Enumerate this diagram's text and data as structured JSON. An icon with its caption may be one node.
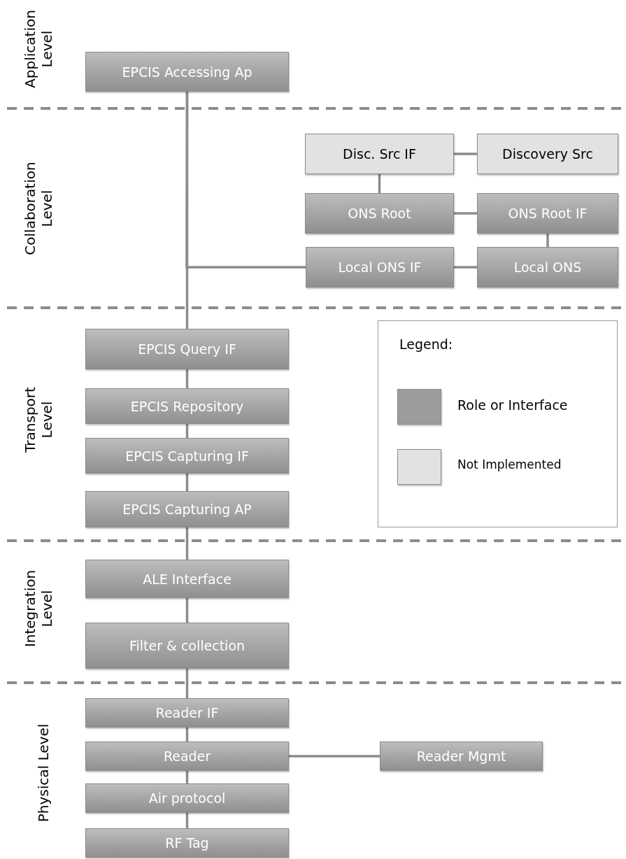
{
  "diagram": {
    "nodes": [
      {
        "text": [
          "EPCIS Accessing Ap"
        ]
      },
      {
        "text": [
          "Disc. Src IF"
        ]
      },
      {
        "text": [
          "Discovery Src"
        ]
      },
      {
        "text": [
          "ONS Root"
        ]
      },
      {
        "text": [
          "ONS Root IF"
        ]
      },
      {
        "text": [
          "Local ONS IF"
        ]
      },
      {
        "text": [
          "Local ONS"
        ]
      },
      {
        "text": [
          "EPCIS Query IF"
        ]
      },
      {
        "text": [
          "EPCIS Repository"
        ]
      },
      {
        "text": [
          "EPCIS Capturing IF"
        ]
      },
      {
        "text": [
          "EPCIS Capturing AP"
        ]
      },
      {
        "text": [
          "ALE Interface"
        ]
      },
      {
        "text": [
          "Filter & collection"
        ]
      },
      {
        "text": [
          "Reader IF"
        ]
      },
      {
        "text": [
          "Reader"
        ]
      },
      {
        "text": [
          "Reader Mgmt"
        ]
      },
      {
        "text": [
          "Air protocol"
        ]
      },
      {
        "text": [
          "RF Tag"
        ]
      }
    ],
    "edges": [
      {
        "from": 0,
        "to": 7,
        "arrow": "none"
      },
      {
        "from": 0,
        "to": 5,
        "arrow": "none"
      },
      {
        "from": 1,
        "to": 2,
        "arrow": "none"
      },
      {
        "from": 1,
        "to": 3,
        "arrow": "none"
      },
      {
        "from": 3,
        "to": 4,
        "arrow": "none"
      },
      {
        "from": 4,
        "to": 6,
        "arrow": "none"
      },
      {
        "from": 5,
        "to": 6,
        "arrow": "none"
      },
      {
        "from": 7,
        "to": 8,
        "arrow": "none"
      },
      {
        "from": 8,
        "to": 9,
        "arrow": "none"
      },
      {
        "from": 9,
        "to": 10,
        "arrow": "none"
      },
      {
        "from": 10,
        "to": 11,
        "arrow": "none"
      },
      {
        "from": 11,
        "to": 12,
        "arrow": "none"
      },
      {
        "from": 12,
        "to": 13,
        "arrow": "none"
      },
      {
        "from": 13,
        "to": 14,
        "arrow": "none"
      },
      {
        "from": 14,
        "to": 15,
        "arrow": "none"
      },
      {
        "from": 14,
        "to": 16,
        "arrow": "none"
      },
      {
        "from": 16,
        "to": 17,
        "arrow": "none"
      }
    ],
    "labels": [
      "Application Level",
      "Collaboration Level",
      "Transport Level",
      "Integration Level",
      "Physical Level",
      "Legend:"
    ],
    "legend": [
      {
        "text": "Role or Interface",
        "color": "#9c9c9c"
      },
      {
        "text": "Not Implemented",
        "color": "#e2e2e2"
      }
    ]
  }
}
